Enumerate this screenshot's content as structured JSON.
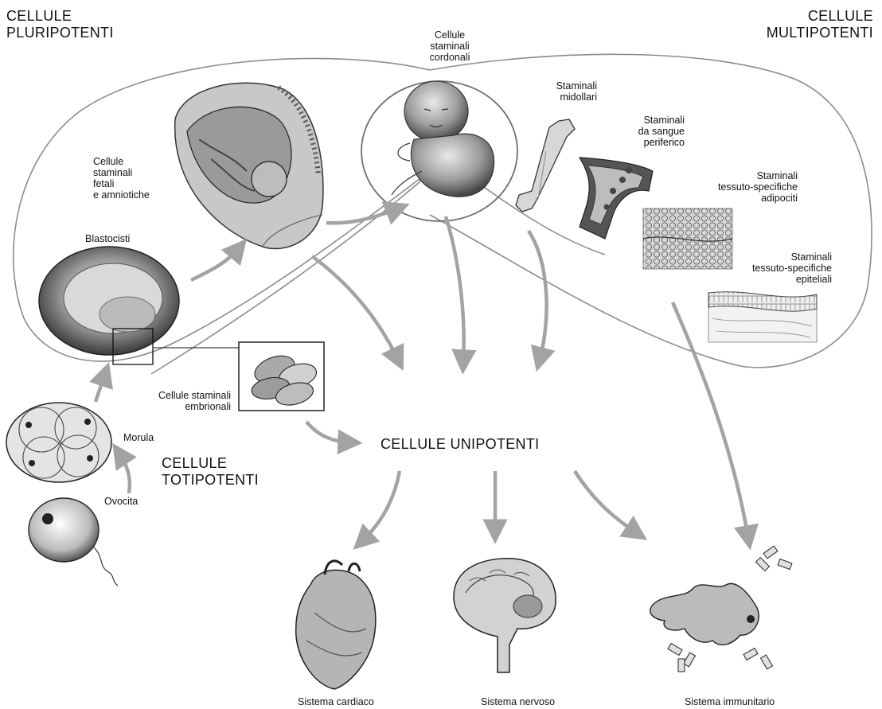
{
  "groups": {
    "pluripotent": "CELLULE\nPLURIPOTENTI",
    "multipotent": "CELLULE\nMULTIPOTENTI",
    "totipotent": "CELLULE\nTOTIPOTENTI",
    "unipotent": "CELLULE UNIPOTENTI"
  },
  "cells": {
    "cordonali": "Cellule\nstaminali\ncordonali",
    "midollari": "Staminali\nmidollari",
    "sangue_periferico": "Staminali\nda sangue\nperiferico",
    "adipociti": "Staminali\ntessuto-specifiche\nadipociti",
    "epiteliali": "Staminali\ntessuto-specifiche\nepiteliali",
    "fetali": "Cellule\nstaminali\nfetali\ne amniotiche",
    "blastocisti": "Blastocisti",
    "embrionali": "Cellule staminali\nembrionali",
    "morula": "Morula",
    "ovocita": "Ovocita"
  },
  "systems": {
    "cardiaco": "Sistema cardiaco",
    "nervoso": "Sistema nervoso",
    "immunitario": "Sistema immunitario"
  },
  "icons": [
    "fetus-in-womb-icon",
    "newborn-icon",
    "bone-icon",
    "blood-vessel-icon",
    "adipose-tissue-icon",
    "epithelial-tissue-icon",
    "blastocyst-icon",
    "embryonic-cells-icon",
    "morula-icon",
    "oocyte-icon",
    "heart-icon",
    "brain-icon",
    "immune-cells-icon"
  ],
  "colors": {
    "line": "#8c8c8c",
    "arrow": "#a3a3a3",
    "ink": "#1a1a1a"
  }
}
